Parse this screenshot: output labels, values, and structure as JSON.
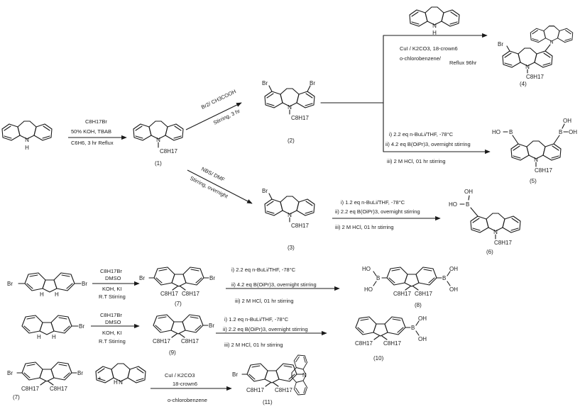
{
  "atoms": {
    "n": "N",
    "h": "H",
    "br": "Br",
    "b": "B",
    "oh": "OH",
    "ho": "HO",
    "c8h17": "C8H17",
    "plus": "+"
  },
  "compounds": {
    "c1": "(1)",
    "c2": "(2)",
    "c3": "(3)",
    "c4": "(4)",
    "c5": "(5)",
    "c6": "(6)",
    "c7": "(7)",
    "c8": "(8)",
    "c9": "(9)",
    "c10": "(10)",
    "c7b": "(7)",
    "c11": "(11)"
  },
  "conditions": {
    "r1": [
      "C8H17Br",
      "50% KOH,   TBAB",
      "C6H6,   3 hr Reflux"
    ],
    "r2": [
      "Br2/ CH3COOH",
      "Stirring, 3 hr"
    ],
    "r3": [
      "NBS/ DMF",
      "Stirring, overnight"
    ],
    "r4": [
      "CuI /  K2CO3,   18-crown6",
      "o-chlorobenzene/",
      "Reflux 96hr"
    ],
    "r5": [
      "i) 2.2 eq n-BuLi/THF, -78°C",
      "ii) 4.2 eq B(OiPr)3, overnight stirring",
      "iii) 2 M HCl, 01 hr stirring"
    ],
    "r6": [
      "i) 1.2 eq n-BuLi/THF, -78°C",
      "ii) 2.2 eq B(OiPr)3, overnight stirring",
      "iii) 2 M HCl, 01 hr stirring"
    ],
    "r7": [
      "C8H17Br",
      "DMSO",
      "KOH, KI",
      "R.T Stirring"
    ],
    "r8": [
      "i) 2.2 eq n-BuLi/THF, -78°C",
      "ii) 4.2 eq B(OiPr)3, overnight stirring",
      "iii) 2 M HCl, 01 hr stirring"
    ],
    "r9": [
      "C8H17Br",
      "DMSO",
      "KOH, KI",
      "R.T Stirring"
    ],
    "r10": [
      "i) 1.2 eq n-BuLi/THF, -78°C",
      "ii) 2.2 eq B(OiPr)3, overnight stirring",
      "iii) 2 M HCl, 01 hr stirring"
    ],
    "r11": [
      "CuI /  K2CO3",
      "18-crown6",
      "o-chlorobenzene"
    ]
  }
}
